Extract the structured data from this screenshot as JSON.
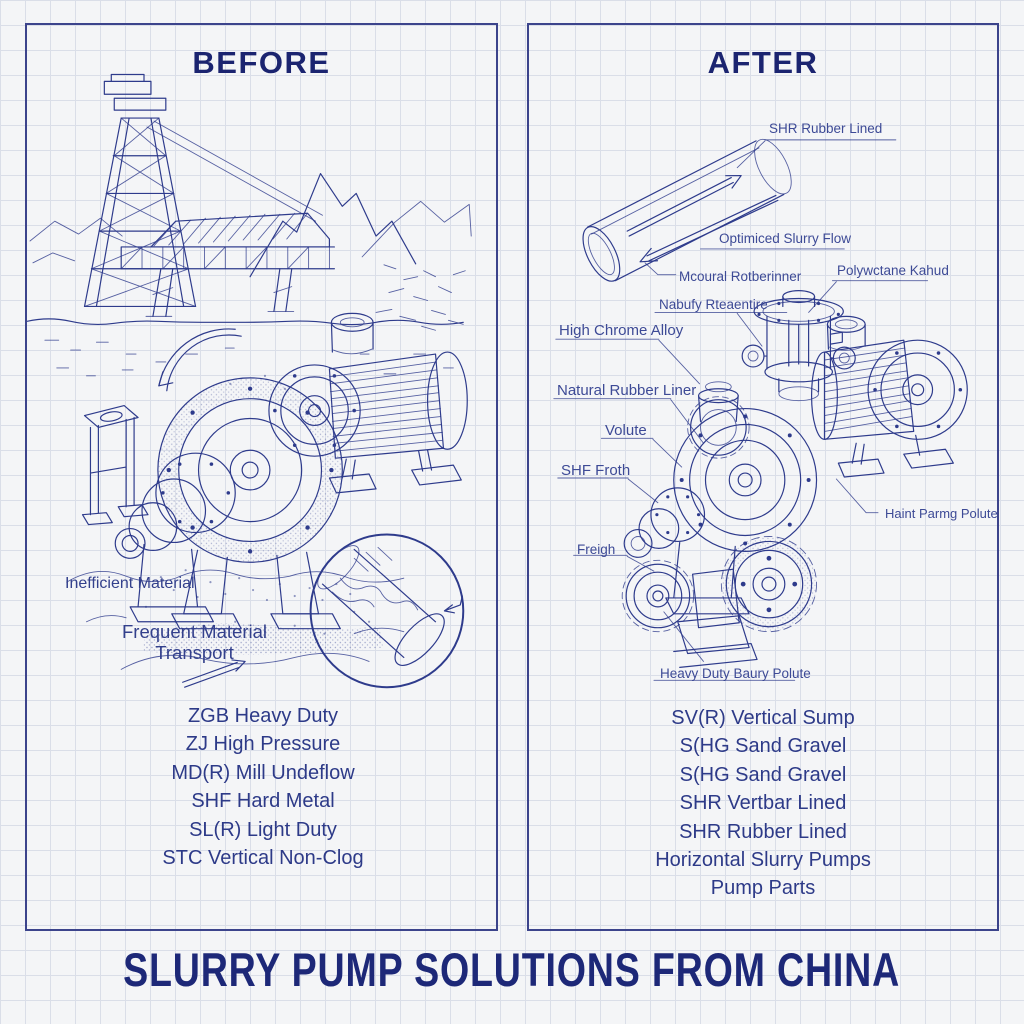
{
  "colors": {
    "ink": "#2e3b8c",
    "title_text": "#1b2470",
    "label_text": "#3d4a96",
    "paper": "#f4f5f7",
    "grid_line": "#dadee8",
    "panel_border": "#3c448c"
  },
  "left_panel": {
    "title": "BEFORE",
    "annotations": {
      "inefficient": "Inefficient Material",
      "frequent": "Frequent Material Transport"
    },
    "models": [
      "ZGB Heavy Duty",
      "ZJ High Pressure",
      "MD(R) Mill Undeflow",
      "SHF Hard Metal",
      "SL(R) Light Duty",
      "STC Vertical Non-Clog"
    ]
  },
  "right_panel": {
    "title": "AFTER",
    "callouts": [
      {
        "text": "SHR Rubber Lined"
      },
      {
        "text": "Optimiced Slurry Flow"
      },
      {
        "text": "Mcoural Rotberinner"
      },
      {
        "text": "Polywctane Kahud"
      },
      {
        "text": "Nabufy Rteaentire"
      },
      {
        "text": "High Chrome Alloy"
      },
      {
        "text": "Natural Rubber Liner"
      },
      {
        "text": "Volute"
      },
      {
        "text": "SHF Froth"
      },
      {
        "text": "Freigh"
      },
      {
        "text": "Haint Parmg Polute"
      },
      {
        "text": "Heavy Duty Baury Polute"
      }
    ],
    "models": [
      "SV(R) Vertical Sump",
      "S(HG Sand Gravel",
      "S(HG Sand Gravel",
      "SHR Vertbar Lined",
      "SHR Rubber Lined",
      "Horizontal Slurry Pumps",
      "Pump Parts"
    ]
  },
  "footer": {
    "title": "SLURRY PUMP SOLUTIONS FROM CHINA"
  }
}
